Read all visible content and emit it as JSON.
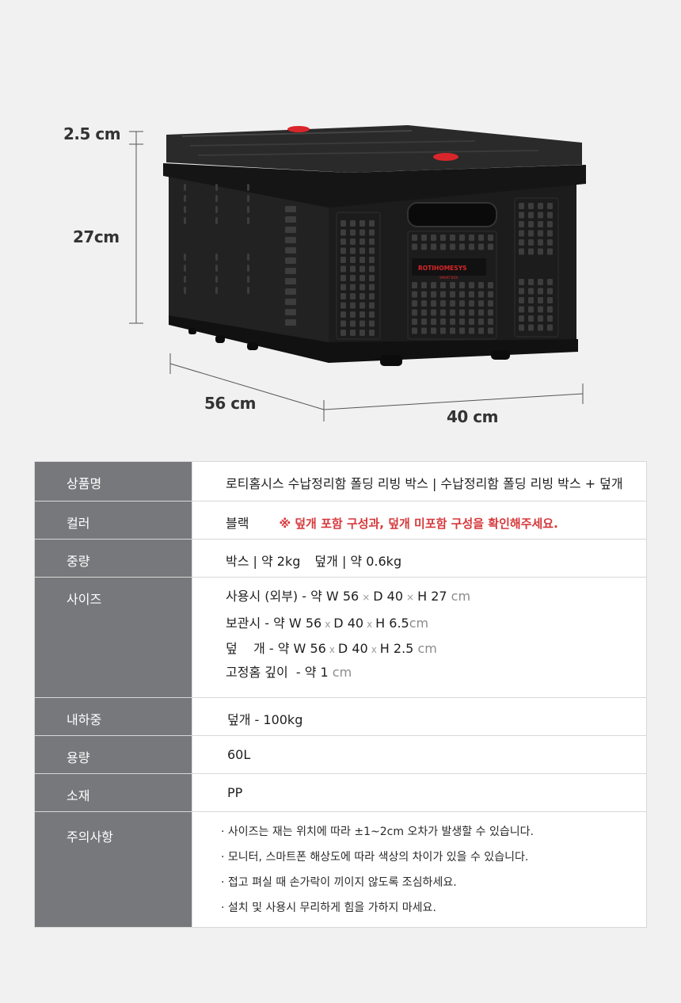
{
  "dimensions": {
    "lid_height": "2.5 cm",
    "body_height": "27cm",
    "depth": "56 cm",
    "width": "40 cm"
  },
  "box_logo": {
    "brand": "ROTIHOMESYS",
    "sub": "SMART BOX"
  },
  "colors": {
    "label_bg": "#77787b",
    "note_red": "#d6383c",
    "box_black": "#1c1c1c",
    "badge_red": "#d9262a"
  },
  "spec": {
    "name": {
      "label": "상품명",
      "value": "로티홈시스 수납정리함 폴딩 리빙 박스 | 수납정리함 폴딩 리빙 박스 + 덮개"
    },
    "color": {
      "label": "컬러",
      "value": "블랙",
      "note": "※ 덮개 포함 구성과, 덮개 미포함 구성을 확인해주세요."
    },
    "weight": {
      "label": "중량",
      "box": "박스 |  약 2kg",
      "lid": "덮개 |  약 0.6kg"
    },
    "size": {
      "label": "사이즈",
      "lines": [
        {
          "prefix": "사용시 (외부) - 약 W 56",
          "x1": "×",
          "d": "D 40",
          "x2": "×",
          "h": "H 27",
          "unit": "cm"
        },
        {
          "prefix": "보관시 - 약 W 56",
          "x1": "x",
          "d": "D 40",
          "x2": "x",
          "h": "H 6.5",
          "unit": "cm"
        },
        {
          "prefix": "덮    개 - 약 W 56",
          "x1": "x",
          "d": "D 40",
          "x2": "x",
          "h": "H 2.5",
          "unit": "cm"
        },
        {
          "prefix": "고정홈 깊이  - 약 1",
          "unit": "cm"
        }
      ]
    },
    "load": {
      "label": "내하중",
      "value": "덮개 - 100kg"
    },
    "capacity": {
      "label": "용량",
      "value": "60L"
    },
    "material": {
      "label": "소재",
      "value": "PP"
    },
    "caution": {
      "label": "주의사항",
      "items": [
        "· 사이즈는 재는 위치에 따라 ±1~2cm 오차가 발생할 수 있습니다.",
        "·  모니터, 스마트폰 해상도에 따라 색상의 차이가 있을 수 있습니다.",
        "· 접고 펴실 때 손가락이 끼이지 않도록 조심하세요.",
        "· 설치 및 사용시 무리하게 힘을 가하지 마세요."
      ]
    }
  }
}
